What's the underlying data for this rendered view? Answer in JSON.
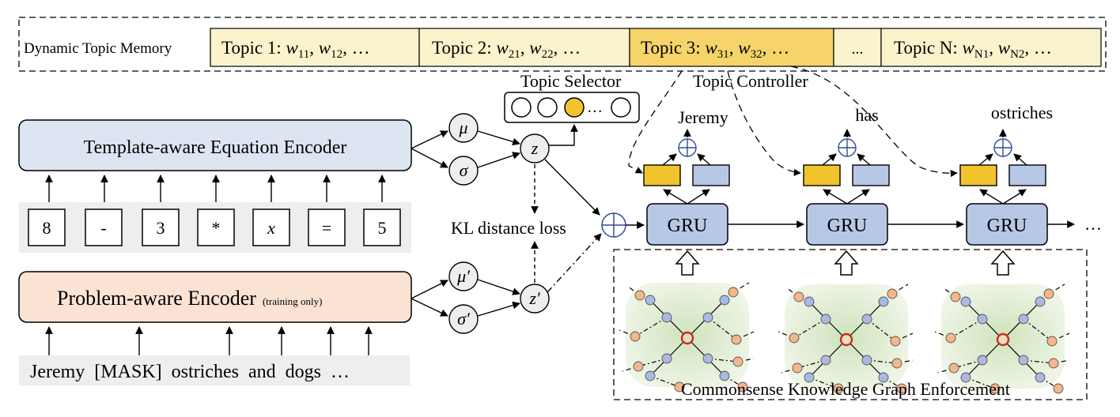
{
  "memory": {
    "label": "Dynamic Topic Memory",
    "topics": [
      {
        "prefix": "Topic 1: ",
        "w1": "w",
        "w1sub": "11",
        "sep": ", ",
        "w2": "w",
        "w2sub": "12",
        "tail": ", …",
        "highlight": false
      },
      {
        "prefix": "Topic 2: ",
        "w1": "w",
        "w1sub": "21",
        "sep": ", ",
        "w2": "w",
        "w2sub": "22",
        "tail": ", …",
        "highlight": false
      },
      {
        "prefix": "Topic 3: ",
        "w1": "w",
        "w1sub": "31",
        "sep": ", ",
        "w2": "w",
        "w2sub": "32",
        "tail": ", …",
        "highlight": true
      },
      {
        "ellipsis": "..."
      },
      {
        "prefix": "Topic N: ",
        "w1": "w",
        "w1sub": "N1",
        "sep": ", ",
        "w2": "w",
        "w2sub": "N2",
        "tail": ", …",
        "highlight": false
      }
    ]
  },
  "selector": {
    "label": "Topic Selector",
    "dots": "…"
  },
  "controller": {
    "label": "Topic Controller"
  },
  "encoders": {
    "template": "Template-aware Equation Encoder",
    "problem": "Problem-aware Encoder",
    "problem_note": "(training only)"
  },
  "equation_tokens": [
    "8",
    "-",
    "3",
    "*",
    "x",
    "=",
    "5"
  ],
  "problem_text": "Jeremy  [MASK]  ostriches  and  dogs  …",
  "latent": {
    "mu": "μ",
    "sigma": "σ",
    "z": "z",
    "mu_p": "μ′",
    "sigma_p": "σ′",
    "z_p": "z′"
  },
  "kl_label": "KL distance loss",
  "decoder": {
    "cell": "GRU",
    "outputs": [
      "Jeremy",
      "has",
      "ostriches"
    ],
    "trailing": "…"
  },
  "kg_label": "Commonsense Knowledge Graph Enforcement",
  "colors": {
    "memory_fill": "#fbf3cb",
    "memory_highlight": "#f6d46a",
    "encoder_blue": "#dde5f3",
    "encoder_orange": "#fbe3d3",
    "gru_fill": "#b7c7e6",
    "gate_yellow": "#f2c42c",
    "gate_blue": "#b7c7e6",
    "node_orange": "#f4b68a",
    "node_blue": "#a9b9e2",
    "node_center": "#cc2b1e",
    "blob_green": "#dfeccf",
    "gray_band": "#eeeeee"
  }
}
